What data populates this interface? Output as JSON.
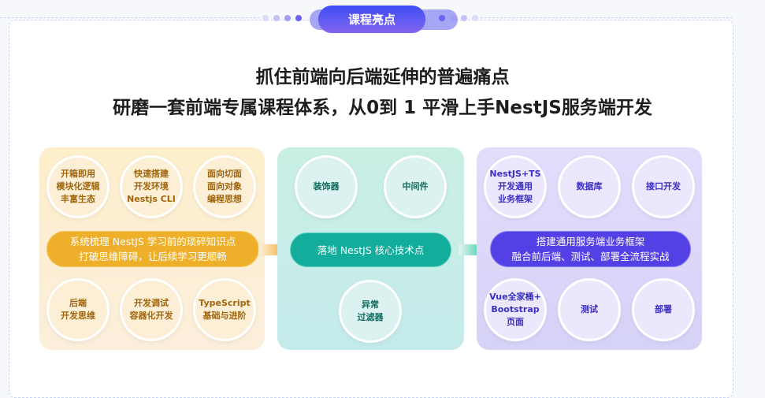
{
  "header": {
    "badge_label": "课程亮点",
    "colors": {
      "badge_start": "#3e4cf5",
      "badge_end": "#8366ef",
      "dot": "#6c63f0"
    }
  },
  "headline": {
    "line1": "抓住前端向后端延伸的普遍痛点",
    "line2": "研磨一套前端专属课程体系，从0到 1 平滑上手NestJS服务端开发"
  },
  "panels": [
    {
      "name": "foundation",
      "accent": "#eeb02a",
      "top_circles": [
        "开箱即用\n模块化逻辑\n丰富生态",
        "快速搭建\n开发环境\nNestjs CLI",
        "面向切面\n面向对象\n编程思想"
      ],
      "pill": "系统梳理 NestJS 学习前的琐碎知识点\n打破思维障碍，让后续学习更顺畅",
      "bottom_circles": [
        "后端\n开发思维",
        "开发调试\n容器化开发",
        "TypeScript\n基础与进阶"
      ]
    },
    {
      "name": "core",
      "accent": "#12ad9b",
      "top_circles": [
        "装饰器",
        "中间件"
      ],
      "pill": "落地 NestJS 核心技术点",
      "bottom_circles": [
        "异常\n过滤器"
      ]
    },
    {
      "name": "practice",
      "accent": "#5441e6",
      "top_circles": [
        "NestJS+TS\n开发通用\n业务框架",
        "数据库",
        "接口开发"
      ],
      "pill": "搭建通用服务端业务框架\n融合前后端、测试、部署全流程实战",
      "bottom_circles": [
        "Vue全家桶+\nBootstrap\n页面",
        "测试",
        "部署"
      ]
    }
  ]
}
